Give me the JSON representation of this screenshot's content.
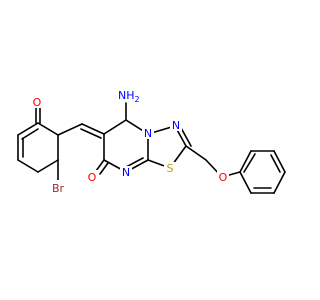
{
  "molecule": {
    "atoms": {
      "oxygen_phenol": {
        "text": "O",
        "color": "#ff0000"
      },
      "bromine": {
        "text": "Br",
        "color": "#a52a2a"
      },
      "amine": {
        "text": "NH",
        "sub": "2",
        "color": "#0000ff"
      },
      "n_bridge": {
        "text": "N",
        "color": "#0000ff"
      },
      "n_thiadiazole": {
        "text": "N",
        "color": "#0000ff"
      },
      "n_pyrimidine": {
        "text": "N",
        "color": "#0000ff"
      },
      "sulfur": {
        "text": "S",
        "color": "#b8a000"
      },
      "oxygen_carbonyl": {
        "text": "O",
        "color": "#ff0000"
      },
      "oxygen_ether": {
        "text": "O",
        "color": "#ff0000"
      }
    }
  }
}
